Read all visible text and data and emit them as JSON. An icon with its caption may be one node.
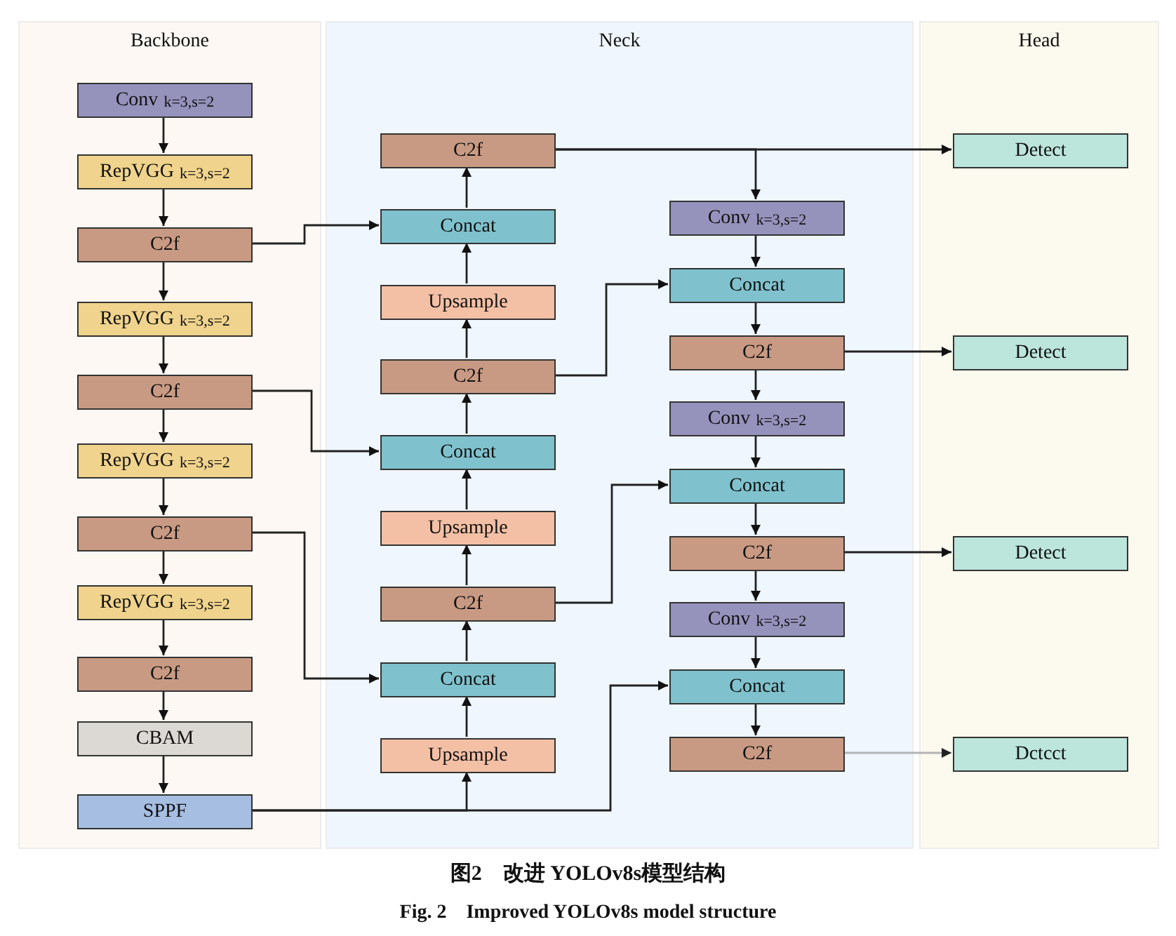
{
  "diagram": {
    "nodes": [
      {
        "text": [
          "Backbone"
        ]
      },
      {
        "text": [
          "Neck"
        ]
      },
      {
        "text": [
          "Head"
        ]
      },
      {
        "text": [
          "Conv",
          "k=3,s=2"
        ],
        "in": 0
      },
      {
        "text": [
          "RepVGG",
          "k=3,s=2"
        ],
        "in": 0
      },
      {
        "text": [
          "C2f"
        ],
        "in": 0
      },
      {
        "text": [
          "RepVGG",
          "k=3,s=2"
        ],
        "in": 0
      },
      {
        "text": [
          "C2f"
        ],
        "in": 0
      },
      {
        "text": [
          "RepVGG",
          "k=3,s=2"
        ],
        "in": 0
      },
      {
        "text": [
          "C2f"
        ],
        "in": 0
      },
      {
        "text": [
          "RepVGG",
          "k=3,s=2"
        ],
        "in": 0
      },
      {
        "text": [
          "C2f"
        ],
        "in": 0
      },
      {
        "text": [
          "CBAM"
        ],
        "in": 0
      },
      {
        "text": [
          "SPPF"
        ],
        "in": 0
      },
      {
        "text": [
          "C2f"
        ],
        "in": 1
      },
      {
        "text": [
          "Concat"
        ],
        "in": 1
      },
      {
        "text": [
          "Upsample"
        ],
        "in": 1
      },
      {
        "text": [
          "C2f"
        ],
        "in": 1
      },
      {
        "text": [
          "Concat"
        ],
        "in": 1
      },
      {
        "text": [
          "Upsample"
        ],
        "in": 1
      },
      {
        "text": [
          "C2f"
        ],
        "in": 1
      },
      {
        "text": [
          "Concat"
        ],
        "in": 1
      },
      {
        "text": [
          "Upsample"
        ],
        "in": 1
      },
      {
        "text": [
          "Conv",
          "k=3,s=2"
        ],
        "in": 1
      },
      {
        "text": [
          "Concat"
        ],
        "in": 1
      },
      {
        "text": [
          "C2f"
        ],
        "in": 1
      },
      {
        "text": [
          "Conv",
          "k=3,s=2"
        ],
        "in": 1
      },
      {
        "text": [
          "Concat"
        ],
        "in": 1
      },
      {
        "text": [
          "C2f"
        ],
        "in": 1
      },
      {
        "text": [
          "Conv",
          "k=3,s=2"
        ],
        "in": 1
      },
      {
        "text": [
          "Concat"
        ],
        "in": 1
      },
      {
        "text": [
          "C2f"
        ],
        "in": 1
      },
      {
        "text": [
          "Detect"
        ],
        "in": 2
      },
      {
        "text": [
          "Detect"
        ],
        "in": 2
      },
      {
        "text": [
          "Detect"
        ],
        "in": 2
      },
      {
        "text": [
          "Dctcct"
        ],
        "in": 2
      }
    ],
    "edges": [
      {
        "from": 3,
        "to": 4,
        "arrow": "to"
      },
      {
        "from": 4,
        "to": 5,
        "arrow": "to"
      },
      {
        "from": 5,
        "to": 6,
        "arrow": "to"
      },
      {
        "from": 6,
        "to": 7,
        "arrow": "to"
      },
      {
        "from": 7,
        "to": 8,
        "arrow": "to"
      },
      {
        "from": 8,
        "to": 9,
        "arrow": "to"
      },
      {
        "from": 9,
        "to": 10,
        "arrow": "to"
      },
      {
        "from": 10,
        "to": 11,
        "arrow": "to"
      },
      {
        "from": 11,
        "to": 12,
        "arrow": "to"
      },
      {
        "from": 12,
        "to": 13,
        "arrow": "to"
      },
      {
        "from": 5,
        "to": 15,
        "arrow": "to"
      },
      {
        "from": 7,
        "to": 18,
        "arrow": "to"
      },
      {
        "from": 9,
        "to": 21,
        "arrow": "to"
      },
      {
        "from": 13,
        "to": 22,
        "arrow": "to"
      },
      {
        "from": 13,
        "to": 30,
        "arrow": "to"
      },
      {
        "from": 22,
        "to": 21,
        "arrow": "to"
      },
      {
        "from": 21,
        "to": 20,
        "arrow": "to"
      },
      {
        "from": 20,
        "to": 19,
        "arrow": "to"
      },
      {
        "from": 19,
        "to": 18,
        "arrow": "to"
      },
      {
        "from": 18,
        "to": 17,
        "arrow": "to"
      },
      {
        "from": 17,
        "to": 16,
        "arrow": "to"
      },
      {
        "from": 16,
        "to": 15,
        "arrow": "to"
      },
      {
        "from": 15,
        "to": 14,
        "arrow": "to"
      },
      {
        "from": 14,
        "to": 32,
        "arrow": "to"
      },
      {
        "from": 14,
        "to": 23,
        "arrow": "to"
      },
      {
        "from": 23,
        "to": 24,
        "arrow": "to"
      },
      {
        "from": 17,
        "to": 24,
        "arrow": "to"
      },
      {
        "from": 24,
        "to": 25,
        "arrow": "to"
      },
      {
        "from": 25,
        "to": 33,
        "arrow": "to"
      },
      {
        "from": 25,
        "to": 26,
        "arrow": "to"
      },
      {
        "from": 26,
        "to": 27,
        "arrow": "to"
      },
      {
        "from": 20,
        "to": 27,
        "arrow": "to"
      },
      {
        "from": 27,
        "to": 28,
        "arrow": "to"
      },
      {
        "from": 28,
        "to": 34,
        "arrow": "to"
      },
      {
        "from": 28,
        "to": 29,
        "arrow": "to"
      },
      {
        "from": 29,
        "to": 30,
        "arrow": "to"
      },
      {
        "from": 30,
        "to": 31,
        "arrow": "to"
      },
      {
        "from": 31,
        "to": 35,
        "arrow": "to",
        "color": "#b4b4b4"
      }
    ],
    "labels": [
      "图2　改进 YOLOv8s模型结构",
      "Fig. 2　Improved YOLOv8s model structure"
    ]
  }
}
